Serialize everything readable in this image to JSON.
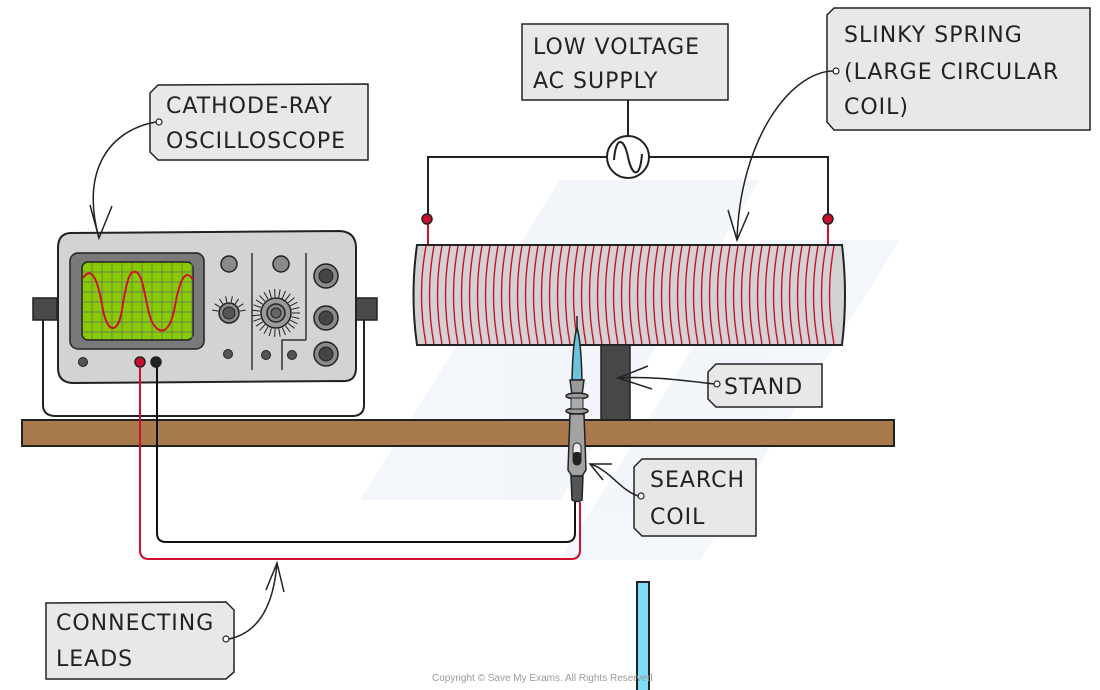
{
  "diagram": {
    "title": "Investigating the magnetic field of a slinky spring using a search coil",
    "labels": {
      "oscilloscope": [
        "CATHODE-RAY",
        "OSCILLOSCOPE"
      ],
      "supply": [
        "LOW  VOLTAGE",
        "AC  SUPPLY"
      ],
      "spring": [
        "SLINKY  SPRING",
        "(LARGE  CIRCULAR",
        "COIL)"
      ],
      "stand": [
        "STAND"
      ],
      "search_coil": [
        "SEARCH",
        "COIL"
      ],
      "leads": [
        "CONNECTING",
        "LEADS"
      ]
    },
    "copyright": "Copyright © Save My Exams. All Rights Reserved",
    "colors": {
      "wire_red": "#d0102a",
      "wire_black": "#111111",
      "bench": "#a97b4c",
      "screen": "#88cc00",
      "probe_tip": "#6ec3dc",
      "body_grey": "#d3d3d3",
      "label_bg": "#e8e8e8",
      "ruler_blue": "#7fdcf8"
    },
    "icons": {
      "ac_source": "ac-supply-symbol",
      "oscilloscope": "oscilloscope-icon",
      "search_coil": "search-coil-probe-icon"
    }
  }
}
